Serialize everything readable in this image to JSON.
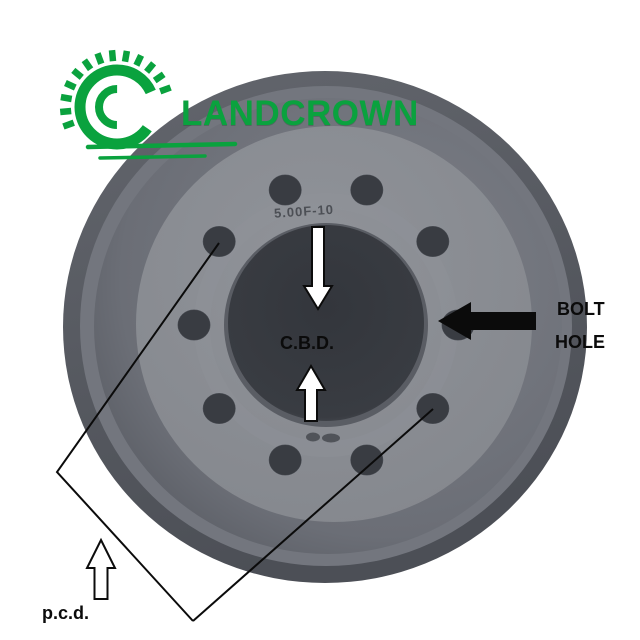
{
  "brand": {
    "name": "LANDCROWN",
    "color": "#0aa23e"
  },
  "wheel": {
    "stamp_top": "5.00F-10",
    "colors": {
      "rim_outer": "#54575e",
      "barrel": "#6b6e76",
      "face": "#868990",
      "bore": "#36393f",
      "hole": "#393c42"
    }
  },
  "annotations": {
    "color": "#0b0b0b",
    "cbd": {
      "label": "C.B.D."
    },
    "bolt_hole": {
      "line1": "BOLT",
      "line2": "HOLE"
    },
    "pcd": {
      "label": "p.c.d."
    }
  }
}
